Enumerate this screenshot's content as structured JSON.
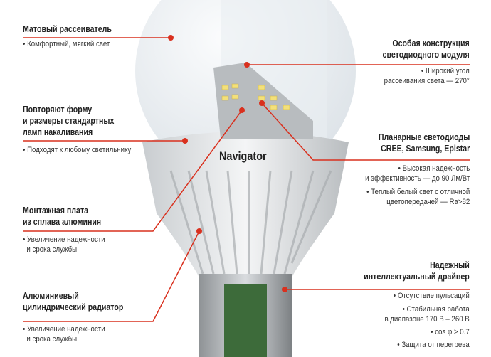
{
  "brand": "Navigator",
  "accent": "#d9301e",
  "left": [
    {
      "title": [
        "Матовый рассеиватель"
      ],
      "bullets": [
        "• Комфортный, мягкий свет"
      ]
    },
    {
      "title": [
        "Повторяют форму",
        "и размеры стандартных",
        "ламп накаливания"
      ],
      "bullets": [
        "• Подходят к любому светильнику"
      ]
    },
    {
      "title": [
        "Монтажная плата",
        "из сплава алюминия"
      ],
      "bullets": [
        "• Увеличение надежности",
        "  и срока службы"
      ]
    },
    {
      "title": [
        "Алюминиевый",
        "цилиндрический радиатор"
      ],
      "bullets": [
        "• Увеличение надежности",
        "  и срока службы"
      ]
    }
  ],
  "right": [
    {
      "title": [
        "Особая конструкция",
        "светодиодного модуля"
      ],
      "bullets": [
        "• Широкий угол",
        "рассеивания света — 270°"
      ]
    },
    {
      "title": [
        "Планарные светодиоды",
        "CREE, Samsung, Epistar"
      ],
      "bullets": [
        "• Высокая надежность",
        "и эффективность — до 90 Лм/Вт",
        "• Теплый белый свет с отличной",
        "цветопередачей — Ra>82"
      ]
    },
    {
      "title": [
        "Надежный",
        "интеллектуальный драйвер"
      ],
      "bullets": [
        "• Отсутствие пульсаций",
        "• Стабильная работа",
        "в диапазоне 170 В – 260 В",
        "• cos φ > 0.7",
        "• Защита от перегрева"
      ]
    }
  ]
}
